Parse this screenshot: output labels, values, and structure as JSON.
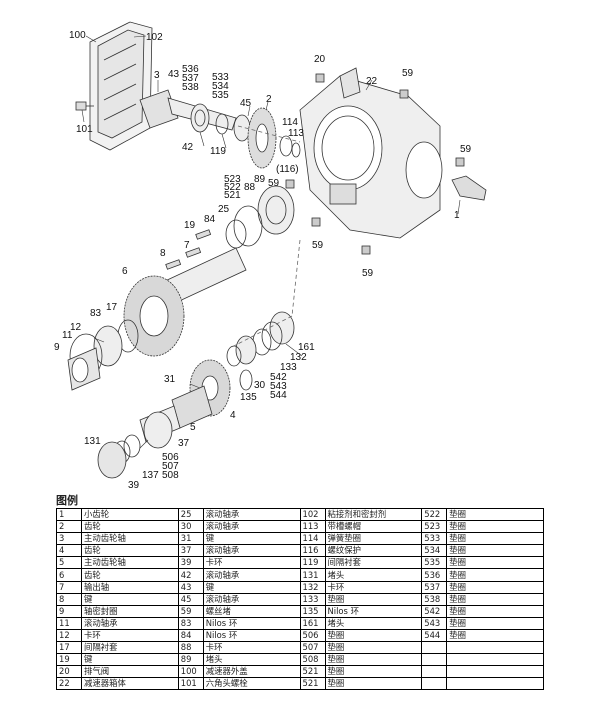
{
  "legend_title": "图例",
  "callouts": [
    "100",
    "102",
    "20",
    "22",
    "59",
    "536",
    "537",
    "538",
    "43",
    "3",
    "533",
    "534",
    "535",
    "45",
    "2",
    "101",
    "42",
    "119",
    "114",
    "113",
    "(116)",
    "59",
    "1",
    "523",
    "522",
    "521",
    "89",
    "88",
    "59",
    "25",
    "84",
    "19",
    "7",
    "8",
    "6",
    "17",
    "83",
    "12",
    "9",
    "11",
    "161",
    "132",
    "133",
    "542",
    "543",
    "544",
    "31",
    "30",
    "135",
    "4",
    "5",
    "131",
    "37",
    "506",
    "507",
    "508",
    "137",
    "39",
    "59",
    "59"
  ],
  "legend": {
    "rows": [
      [
        [
          "1",
          "小齿轮"
        ],
        [
          "25",
          "滚动轴承"
        ],
        [
          "102",
          "粘接剂和密封剂"
        ],
        [
          "522",
          "垫圈"
        ]
      ],
      [
        [
          "2",
          "齿轮"
        ],
        [
          "30",
          "滚动轴承"
        ],
        [
          "113",
          "带槽螺帽"
        ],
        [
          "523",
          "垫圈"
        ]
      ],
      [
        [
          "3",
          "主动齿轮轴"
        ],
        [
          "31",
          "键"
        ],
        [
          "114",
          "弹簧垫圈"
        ],
        [
          "533",
          "垫圈"
        ]
      ],
      [
        [
          "4",
          "齿轮"
        ],
        [
          "37",
          "滚动轴承"
        ],
        [
          "116",
          "螺纹保护"
        ],
        [
          "534",
          "垫圈"
        ]
      ],
      [
        [
          "5",
          "主动齿轮轴"
        ],
        [
          "39",
          "卡环"
        ],
        [
          "119",
          "间隔衬套"
        ],
        [
          "535",
          "垫圈"
        ]
      ],
      [
        [
          "6",
          "齿轮"
        ],
        [
          "42",
          "滚动轴承"
        ],
        [
          "131",
          "堵头"
        ],
        [
          "536",
          "垫圈"
        ]
      ],
      [
        [
          "7",
          "输出轴"
        ],
        [
          "43",
          "键"
        ],
        [
          "132",
          "卡环"
        ],
        [
          "537",
          "垫圈"
        ]
      ],
      [
        [
          "8",
          "键"
        ],
        [
          "45",
          "滚动轴承"
        ],
        [
          "133",
          "垫圈"
        ],
        [
          "538",
          "垫圈"
        ]
      ],
      [
        [
          "9",
          "轴密封圈"
        ],
        [
          "59",
          "螺丝堵"
        ],
        [
          "135",
          "Nilos 环"
        ],
        [
          "542",
          "垫圈"
        ]
      ],
      [
        [
          "11",
          "滚动轴承"
        ],
        [
          "83",
          "Nilos 环"
        ],
        [
          "161",
          "堵头"
        ],
        [
          "543",
          "垫圈"
        ]
      ],
      [
        [
          "12",
          "卡环"
        ],
        [
          "84",
          "Nilos 环"
        ],
        [
          "506",
          "垫圈"
        ],
        [
          "544",
          "垫圈"
        ]
      ],
      [
        [
          "17",
          "间隔衬套"
        ],
        [
          "88",
          "卡环"
        ],
        [
          "507",
          "垫圈"
        ],
        [
          "",
          ""
        ]
      ],
      [
        [
          "19",
          "键"
        ],
        [
          "89",
          "堵头"
        ],
        [
          "508",
          "垫圈"
        ],
        [
          "",
          ""
        ]
      ],
      [
        [
          "20",
          "排气阀"
        ],
        [
          "100",
          "减速器外盖"
        ],
        [
          "521",
          "垫圈"
        ],
        [
          "",
          ""
        ]
      ],
      [
        [
          "22",
          "减速器箱体"
        ],
        [
          "101",
          "六角头螺栓"
        ],
        [
          "521",
          "垫圈"
        ],
        [
          "",
          ""
        ]
      ]
    ]
  }
}
